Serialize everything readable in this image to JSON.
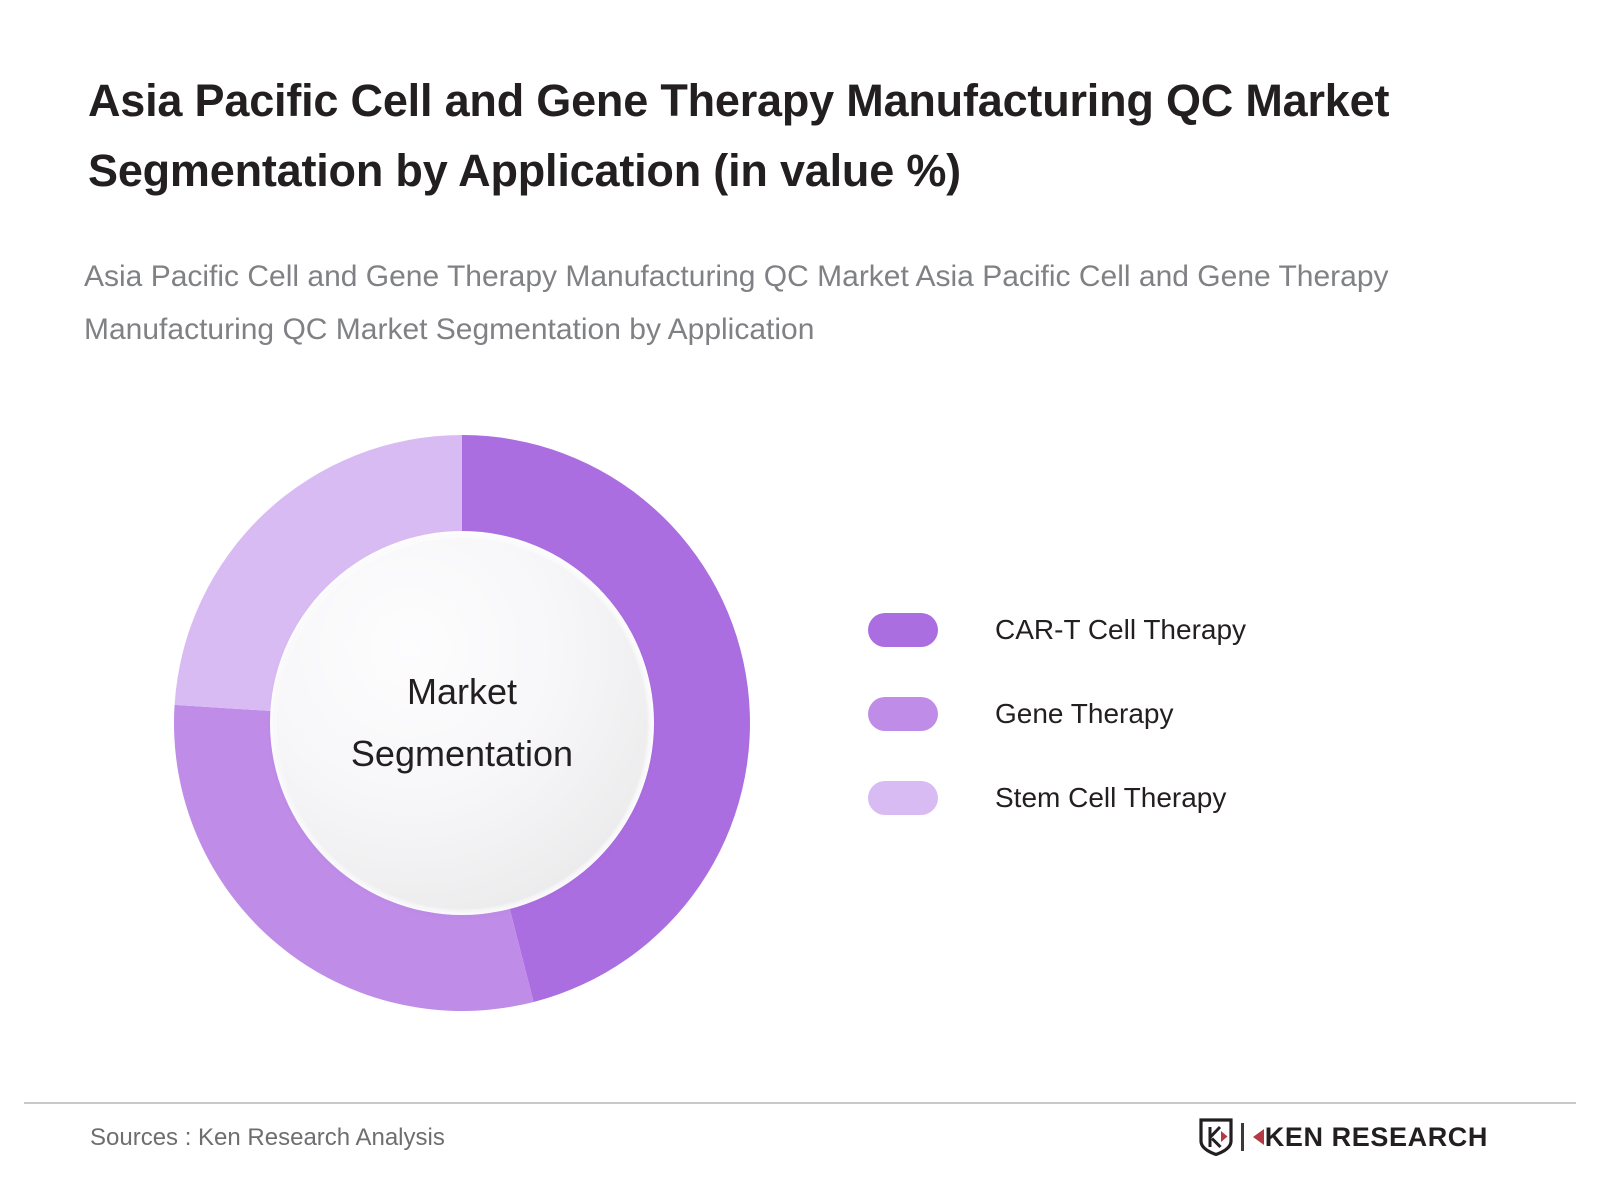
{
  "header": {
    "title": "Asia Pacific Cell and Gene Therapy Manufacturing QC Market Segmentation by Application  (in value %)",
    "subtitle": "Asia Pacific Cell and Gene Therapy Manufacturing QC Market Asia Pacific Cell and Gene Therapy Manufacturing QC Market Segmentation by Application"
  },
  "center": {
    "line1": "Market",
    "line2": "Segmentation"
  },
  "legend": {
    "items": [
      {
        "label": "CAR-T Cell Therapy",
        "color": "#ab6ee0"
      },
      {
        "label": "Gene Therapy",
        "color": "#bf8ce8"
      },
      {
        "label": "Stem Cell Therapy",
        "color": "#d9bbf3"
      }
    ]
  },
  "footer": {
    "sources": "Sources : Ken Research Analysis",
    "brand": "KEN RESEARCH",
    "brand_mark_letter": "K"
  },
  "colors": {
    "accent_dark": "#ab6ee0",
    "accent_mid": "#bf8ce8",
    "accent_light": "#d9bbf3",
    "title_text": "#231f20",
    "subtitle_text": "#808184",
    "footer_text": "#6d6e70",
    "rule": "#c9c9c9",
    "hole": "#f2f2f4",
    "brand_red": "#b33a44"
  },
  "chart_data": {
    "type": "pie",
    "title": "Asia Pacific Cell and Gene Therapy Manufacturing QC Market Segmentation by Application  (in value %)",
    "subtitle": "Asia Pacific Cell and Gene Therapy Manufacturing QC Market Asia Pacific Cell and Gene Therapy Manufacturing QC Market Segmentation by Application",
    "variant": "donut",
    "center_text": "Market Segmentation",
    "unit": "%",
    "legend_position": "right",
    "grid": false,
    "start_angle_deg": 0,
    "direction": "clockwise",
    "inner_radius_ratio": 0.65,
    "xlabel": "",
    "ylabel": "",
    "categories": [
      "CAR-T Cell Therapy",
      "Gene Therapy",
      "Stem Cell Therapy"
    ],
    "values": [
      46,
      30,
      24
    ],
    "colors": [
      "#ab6ee0",
      "#bf8ce8",
      "#d9bbf3"
    ],
    "slices": [
      {
        "label": "CAR-T Cell Therapy",
        "value": 46,
        "color": "#ab6ee0",
        "start_deg": 0,
        "end_deg": 165.6
      },
      {
        "label": "Gene Therapy",
        "value": 30,
        "color": "#bf8ce8",
        "start_deg": 165.6,
        "end_deg": 273.6
      },
      {
        "label": "Stem Cell Therapy",
        "value": 24,
        "color": "#d9bbf3",
        "start_deg": 273.6,
        "end_deg": 360
      }
    ]
  }
}
